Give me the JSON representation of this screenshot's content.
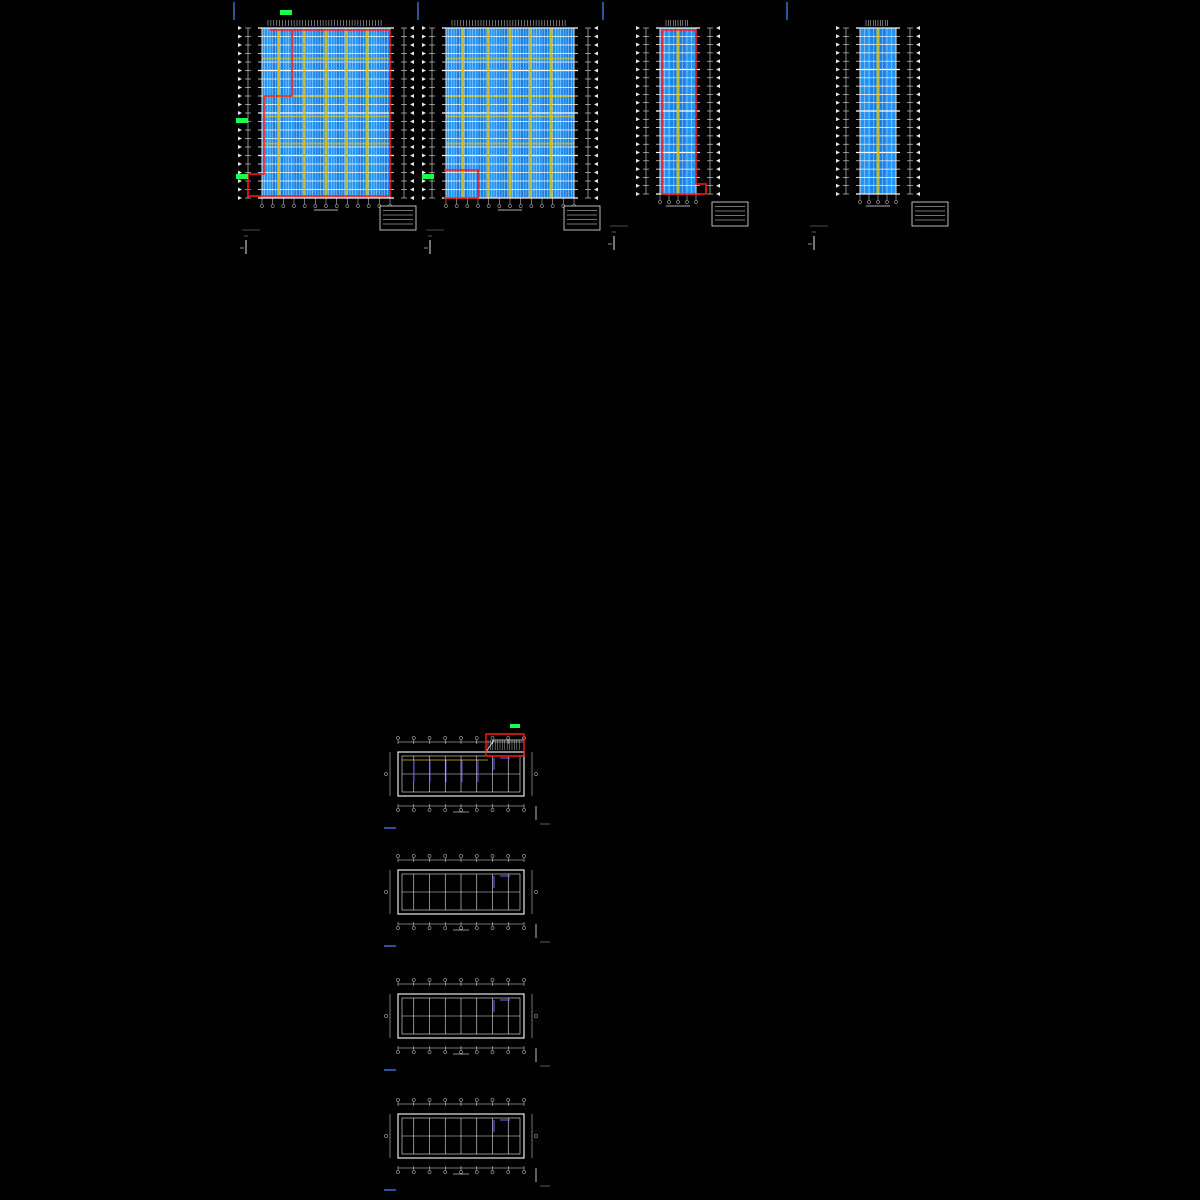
{
  "drawing": {
    "background": "#000000",
    "colors": {
      "frame": "#e8e8e8",
      "bay": "#1a7fe0",
      "bay_light": "#2fa4ff",
      "grid_line": "#ffffff",
      "column": "#d6c21a",
      "highlight": "#ff1a1a",
      "tag": "#1cff4a",
      "partition": "#6a6aff",
      "page_tick": "#4a88ff",
      "dim_text": "#9a9a9a"
    },
    "icons": [
      "level-marker-icon",
      "north-arrow-icon"
    ]
  },
  "elevations": [
    {
      "id": "elevation-1",
      "type": "wide",
      "highlight": "boundary",
      "tags": 3
    },
    {
      "id": "elevation-2",
      "type": "wide",
      "highlight": "corner",
      "tags": 1
    },
    {
      "id": "elevation-3",
      "type": "narrow",
      "highlight": "boundary",
      "tags": 0
    },
    {
      "id": "elevation-4",
      "type": "narrow",
      "highlight": "none",
      "tags": 0
    }
  ],
  "plans": [
    {
      "id": "plan-1",
      "highlight": "roof-step",
      "tags": 1
    },
    {
      "id": "plan-2",
      "highlight": "none",
      "tags": 0
    },
    {
      "id": "plan-3",
      "highlight": "none",
      "tags": 0
    },
    {
      "id": "plan-4",
      "highlight": "none",
      "tags": 0
    }
  ]
}
